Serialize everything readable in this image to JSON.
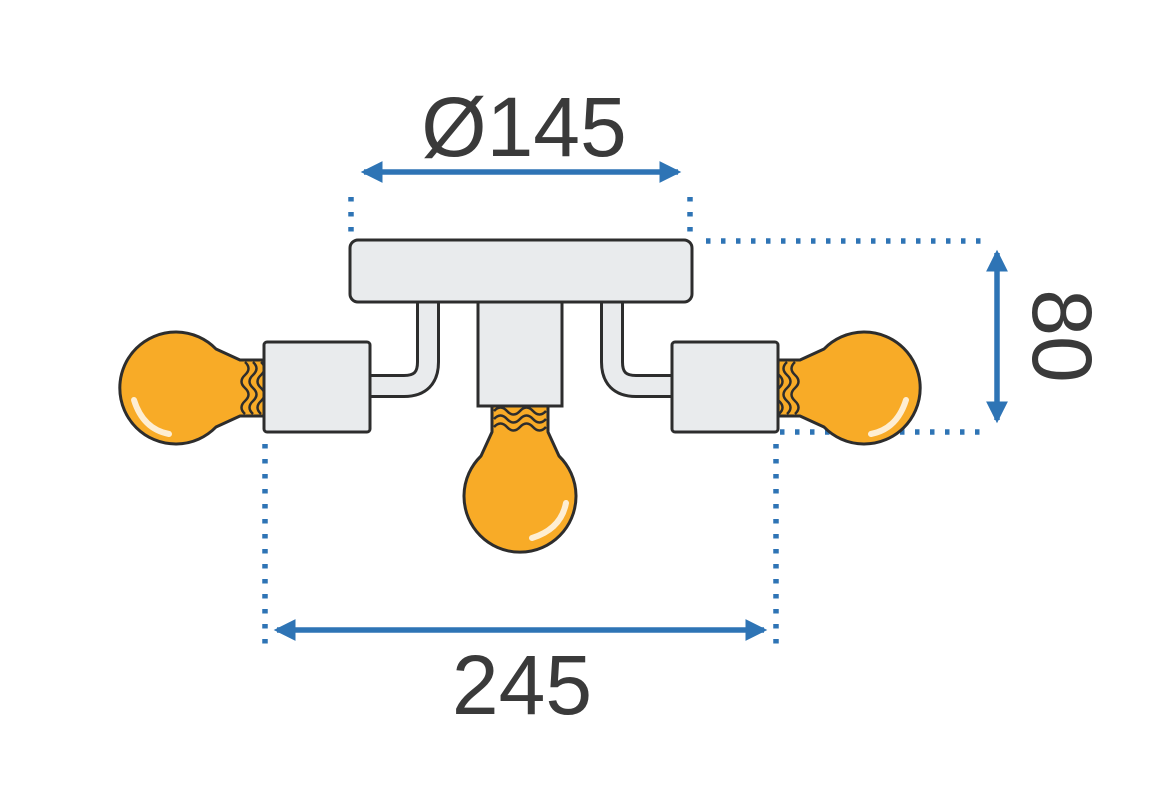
{
  "diagram": {
    "kind": "lamp-dimension-drawing",
    "dimensions": {
      "diameter": {
        "label": "Ø145",
        "value": 145
      },
      "height": {
        "label": "80",
        "value": 80
      },
      "width": {
        "label": "245",
        "value": 245
      }
    },
    "colors": {
      "dimension_blue": "#2e74b5",
      "outline_dark": "#2d2d2d",
      "fixture_gray": "#e9ebed",
      "bulb_orange": "#f8ab27",
      "label_text": "#3a3a3a",
      "background": "#ffffff"
    }
  }
}
